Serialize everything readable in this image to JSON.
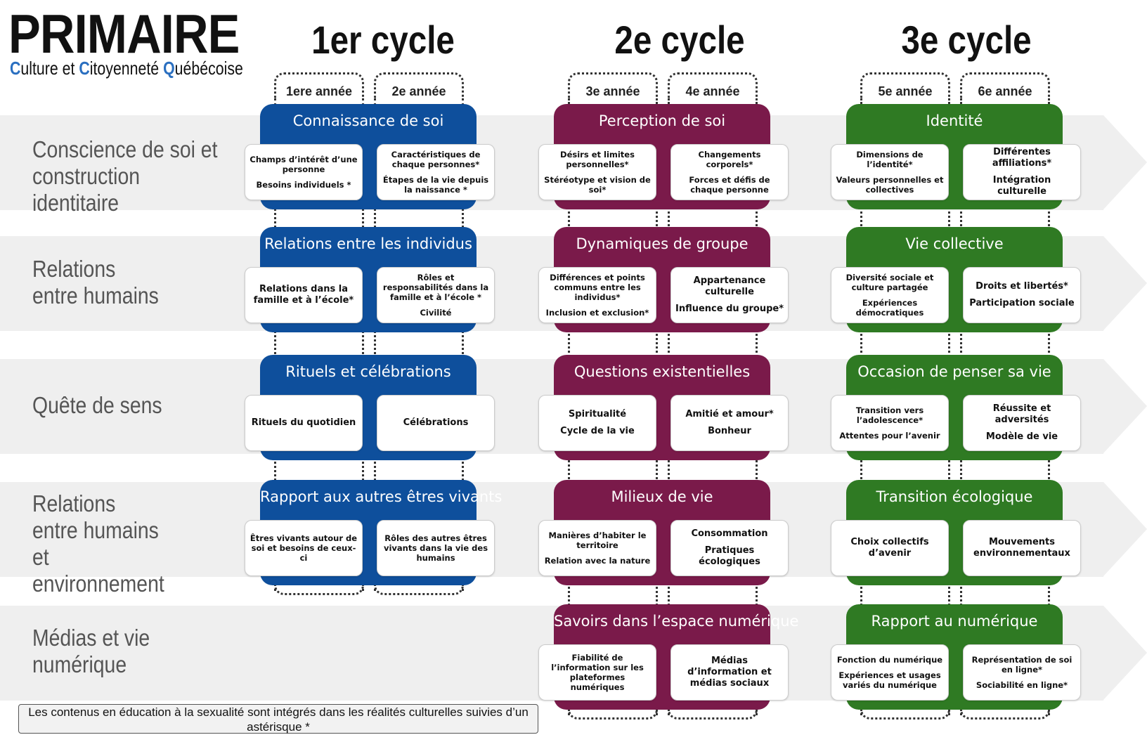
{
  "title": "PRIMAIRE",
  "subtitle_parts": [
    "C",
    "ulture et ",
    "C",
    "itoyenneté ",
    "Q",
    "uébécoise"
  ],
  "cycles": [
    {
      "label": "1er cycle",
      "years": [
        "1ere année",
        "2e année"
      ]
    },
    {
      "label": "2e cycle",
      "years": [
        "3e  année",
        "4e année"
      ]
    },
    {
      "label": "3e cycle",
      "years": [
        "5e  année",
        "6e année"
      ]
    }
  ],
  "themes": [
    "Conscience de soi et construction identitaire",
    "Relations entre humains",
    "Quête de sens",
    "Relations entre humains et environnement",
    "Médias et vie numérique"
  ],
  "colors": {
    "cycle1": "#0e4f9c",
    "cycle2": "#7a1a4a",
    "cycle3": "#2f7a23",
    "band": "#efefef"
  },
  "blocks": [
    [
      {
        "title": "Connaissance de soi",
        "cards": [
          [
            "Champs d’intérêt d’une personne",
            "Besoins individuels *"
          ],
          [
            "Caractéristiques de chaque personnes*",
            "Étapes de la vie depuis la naissance *"
          ]
        ]
      },
      {
        "title": "Relations entre les individus",
        "cards": [
          [
            "Relations dans la famille et à l’école*"
          ],
          [
            "Rôles et responsabilités  dans la famille et à l’école *",
            "Civilité"
          ]
        ]
      },
      {
        "title": "Rituels et célébrations",
        "cards": [
          [
            "Rituels  du quotidien"
          ],
          [
            "Célébrations"
          ]
        ]
      },
      {
        "title": "Rapport aux autres êtres vivants",
        "cards": [
          [
            "Êtres vivants autour de soi et besoins de ceux-ci"
          ],
          [
            "Rôles des autres êtres vivants dans la vie des humains"
          ]
        ]
      },
      null
    ],
    [
      {
        "title": "Perception de soi",
        "cards": [
          [
            "Désirs et limites personnelles*",
            "Stéréotype et vision de soi*"
          ],
          [
            "Changements corporels*",
            "Forces et défis de chaque personne"
          ]
        ]
      },
      {
        "title": "Dynamiques de groupe",
        "cards": [
          [
            "Différences et points communs  entre les individus*",
            "Inclusion et exclusion*"
          ],
          [
            "Appartenance culturelle",
            "Influence du groupe*"
          ]
        ]
      },
      {
        "title": "Questions existentielles",
        "cards": [
          [
            "Spiritualité",
            "Cycle de la vie"
          ],
          [
            "Amitié et amour*",
            "Bonheur"
          ]
        ]
      },
      {
        "title": "Milieux de vie",
        "cards": [
          [
            "Manières d’habiter le territoire",
            "Relation avec la nature"
          ],
          [
            "Consommation",
            "Pratiques écologiques"
          ]
        ]
      },
      {
        "title": "Savoirs dans l’espace numérique",
        "cards": [
          [
            "Fiabilité de l’information sur les plateformes numériques"
          ],
          [
            "Médias d’information et médias sociaux"
          ]
        ]
      }
    ],
    [
      {
        "title": "Identité",
        "cards": [
          [
            "Dimensions de l’identité*",
            "Valeurs personnelles et collectives"
          ],
          [
            "Différentes affiliations*",
            "Intégration culturelle"
          ]
        ]
      },
      {
        "title": "Vie collective",
        "cards": [
          [
            "Diversité sociale et culture partagée",
            "Expériences démocratiques"
          ],
          [
            "Droits et libertés*",
            "Participation sociale"
          ]
        ]
      },
      {
        "title": "Occasion de penser sa vie",
        "cards": [
          [
            "Transition vers l’adolescence*",
            "Attentes pour l’avenir"
          ],
          [
            "Réussite et adversités",
            "Modèle de vie"
          ]
        ]
      },
      {
        "title": "Transition écologique",
        "cards": [
          [
            "Choix collectifs d’avenir"
          ],
          [
            "Mouvements environnementaux"
          ]
        ]
      },
      {
        "title": "Rapport au numérique",
        "cards": [
          [
            "Fonction du numérique",
            "Expériences et usages variés du numérique"
          ],
          [
            "Représentation de soi en ligne*",
            "Sociabilité en ligne*"
          ]
        ]
      }
    ]
  ],
  "note": "Les contenus en éducation à la sexualité sont intégrés dans les réalités culturelles suivies d’un astérisque *"
}
